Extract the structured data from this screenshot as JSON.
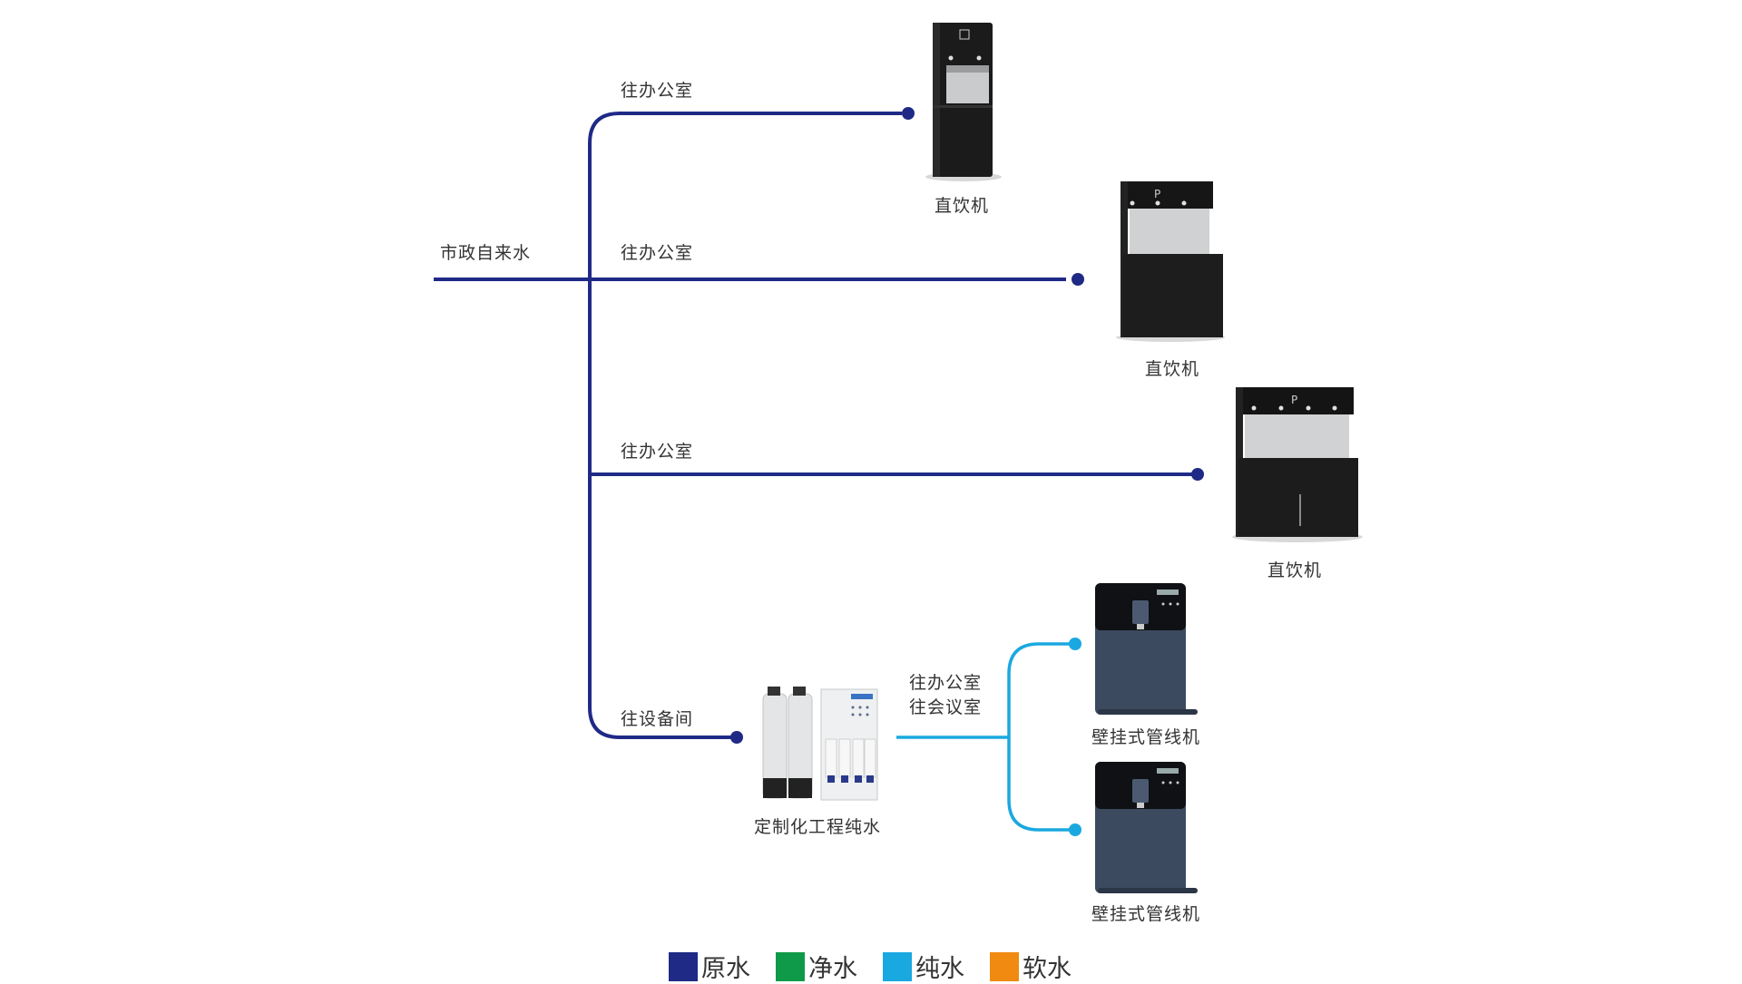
{
  "title": "市政自来水供水分配示意图",
  "source": {
    "label": "市政自来水"
  },
  "colors": {
    "raw_water": "#1f2a86",
    "purified_water": "#0e9a48",
    "pure_water": "#1aa8e0",
    "soft_water": "#f08a10",
    "label_text": "#333333"
  },
  "branches": [
    {
      "label": "往办公室",
      "water_type": "原水",
      "device": {
        "name": "直饮机",
        "kind": "floor-dispenser-single"
      }
    },
    {
      "label": "往办公室",
      "water_type": "原水",
      "device": {
        "name": "直饮机",
        "kind": "floor-dispenser-triple"
      }
    },
    {
      "label": "往办公室",
      "water_type": "原水",
      "device": {
        "name": "直饮机",
        "kind": "floor-dispenser-quad"
      }
    },
    {
      "label": "往设备间",
      "water_type": "原水",
      "device": {
        "name": "定制化工程纯水",
        "kind": "ro-system"
      }
    }
  ],
  "pure_water_output": {
    "label_lines": [
      "往办公室",
      "往会议室"
    ],
    "water_type": "纯水",
    "devices": [
      {
        "name": "壁挂式管线机"
      },
      {
        "name": "壁挂式管线机"
      }
    ]
  },
  "legend": [
    {
      "label": "原水",
      "color": "#1f2a86"
    },
    {
      "label": "净水",
      "color": "#0e9a48"
    },
    {
      "label": "纯水",
      "color": "#1aa8e0"
    },
    {
      "label": "软水",
      "color": "#f08a10"
    }
  ]
}
